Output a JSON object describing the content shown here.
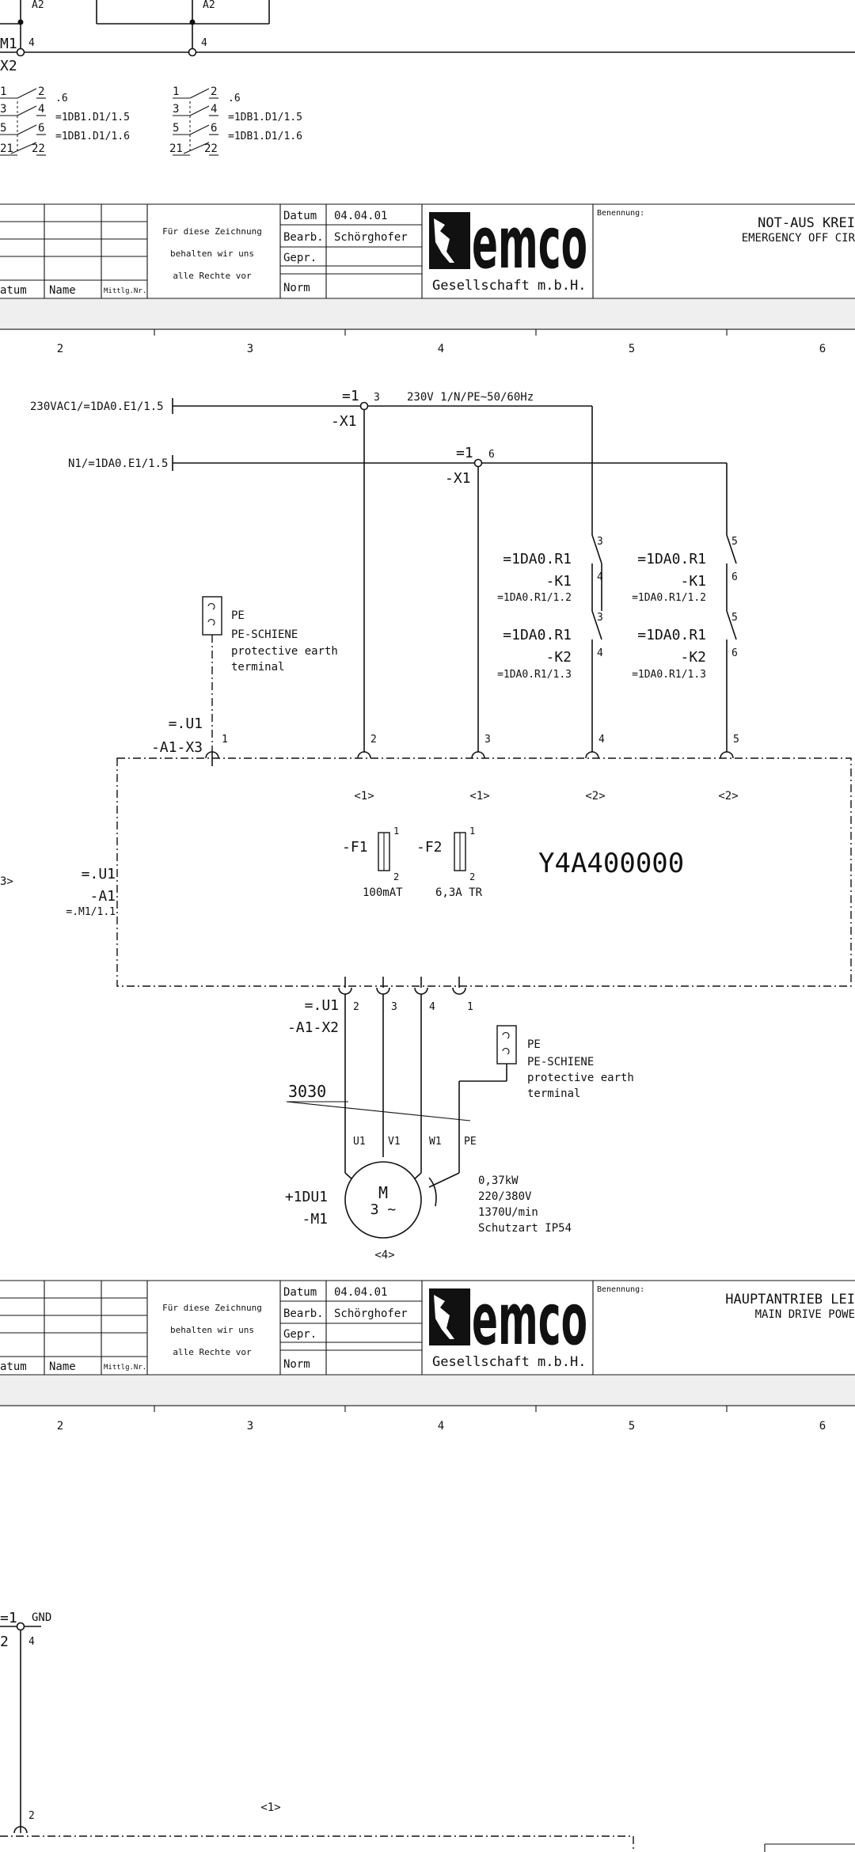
{
  "sheet_top": {
    "contact_labels": [
      "A2",
      "A2"
    ],
    "terminal": {
      "ref": "M1",
      "strip": "X2",
      "nums": [
        "4",
        "4"
      ]
    },
    "contacts": [
      {
        "pins_no": [
          "1",
          "2"
        ],
        "pins_b": [
          "3",
          "4"
        ],
        "pins_c": [
          "5",
          "6"
        ],
        "pins_d": [
          "21",
          "22"
        ],
        "col": ".6",
        "ref1": "=1DB1.D1/1.5",
        "ref2": "=1DB1.D1/1.6"
      },
      {
        "pins_no": [
          "1",
          "2"
        ],
        "pins_b": [
          "3",
          "4"
        ],
        "pins_c": [
          "5",
          "6"
        ],
        "pins_d": [
          "21",
          "22"
        ],
        "col": ".6",
        "ref1": "=1DB1.D1/1.5",
        "ref2": "=1DB1.D1/1.6"
      }
    ]
  },
  "title_blocks": [
    {
      "rev_headers": [
        "atum",
        "Name",
        "Mittlg.Nr."
      ],
      "rights": [
        "Für diese Zeichnung",
        "behalten wir uns",
        "alle Rechte vor"
      ],
      "fields": [
        [
          "Datum",
          "04.04.01"
        ],
        [
          "Bearb.",
          "Schörghofer"
        ],
        [
          "Gepr.",
          ""
        ],
        [
          "Norm",
          ""
        ]
      ],
      "logo": "emco",
      "company": "Gesellschaft m.b.H.",
      "benennung_label": "Benennung:",
      "title1": "NOT-AUS KREI",
      "title2": "EMERGENCY OFF CIR"
    },
    {
      "rev_headers": [
        "atum",
        "Name",
        "Mittlg.Nr."
      ],
      "rights": [
        "Für diese Zeichnung",
        "behalten wir uns",
        "alle Rechte vor"
      ],
      "fields": [
        [
          "Datum",
          "04.04.01"
        ],
        [
          "Bearb.",
          "Schörghofer"
        ],
        [
          "Gepr.",
          ""
        ],
        [
          "Norm",
          ""
        ]
      ],
      "logo": "emco",
      "company": "Gesellschaft m.b.H.",
      "benennung_label": "Benennung:",
      "title1": "HAUPTANTRIEB LEI",
      "title2": "MAIN DRIVE POWE"
    }
  ],
  "rulers": [
    {
      "cols": [
        "2",
        "3",
        "4",
        "5",
        "6"
      ]
    },
    {
      "cols": [
        "2",
        "3",
        "4",
        "5",
        "6"
      ]
    }
  ],
  "sheet_mid": {
    "feed_l": "230VAC1/=1DA0.E1/1.5",
    "feed_n": "N1/=1DA0.E1/1.5",
    "x1_top": {
      "eq": "=1",
      "num": "3",
      "ref": "-X1"
    },
    "x1_bot": {
      "eq": "=1",
      "num": "6",
      "ref": "-X1"
    },
    "supply": "230V 1/N/PE~50/60Hz",
    "contacts": [
      {
        "eq": "=1DA0.R1",
        "ref": "-K1",
        "xref": "=1DA0.R1/1.2",
        "pin_a": "3",
        "pin_b": "4"
      },
      {
        "eq": "=1DA0.R1",
        "ref": "-K1",
        "xref": "=1DA0.R1/1.2",
        "pin_a": "5",
        "pin_b": "6"
      },
      {
        "eq": "=1DA0.R1",
        "ref": "-K2",
        "xref": "=1DA0.R1/1.3",
        "pin_a": "3",
        "pin_b": "4"
      },
      {
        "eq": "=1DA0.R1",
        "ref": "-K2",
        "xref": "=1DA0.R1/1.3",
        "pin_a": "5",
        "pin_b": "6"
      }
    ],
    "pe_top": {
      "label": "PE",
      "l1": "PE-SCHIENE",
      "l2": "protective earth",
      "l3": "terminal"
    },
    "x3": {
      "eq": "=.U1",
      "ref": "-A1-X3",
      "pins": [
        "1",
        "2",
        "3",
        "4",
        "5"
      ]
    },
    "cable_refs": [
      "<1>",
      "<1>",
      "<2>",
      "<2>"
    ],
    "left_ref": "3>",
    "unit": {
      "eq": "=.U1",
      "ref": "-A1",
      "xref": "=.M1/1.1",
      "part": "Y4A400000"
    },
    "f1": {
      "ref": "-F1",
      "p1": "1",
      "p2": "2",
      "rating": "100mAT"
    },
    "f2": {
      "ref": "-F2",
      "p1": "1",
      "p2": "2",
      "rating": "6,3A TR"
    },
    "x2": {
      "eq": "=.U1",
      "ref": "-A1-X2",
      "pins": [
        "2",
        "3",
        "4",
        "1"
      ]
    },
    "pe_bot": {
      "label": "PE",
      "l1": "PE-SCHIENE",
      "l2": "protective earth",
      "l3": "terminal"
    },
    "cable": "3030",
    "wires": [
      "U1",
      "V1",
      "W1",
      "PE"
    ],
    "motor": {
      "loc": "+1DU1",
      "ref": "-M1",
      "sym_m": "M",
      "sym_ph": "3 ~",
      "power": "0,37kW",
      "volt": "220/380V",
      "rpm": "1370U/min",
      "prot": "Schutzart IP54",
      "cable_ref": "<4>"
    }
  },
  "sheet_bottom": {
    "gnd": {
      "eq": "=1",
      "label": "GND",
      "strip": "2",
      "num": "4",
      "pin": "2"
    },
    "ref": "<1>"
  }
}
